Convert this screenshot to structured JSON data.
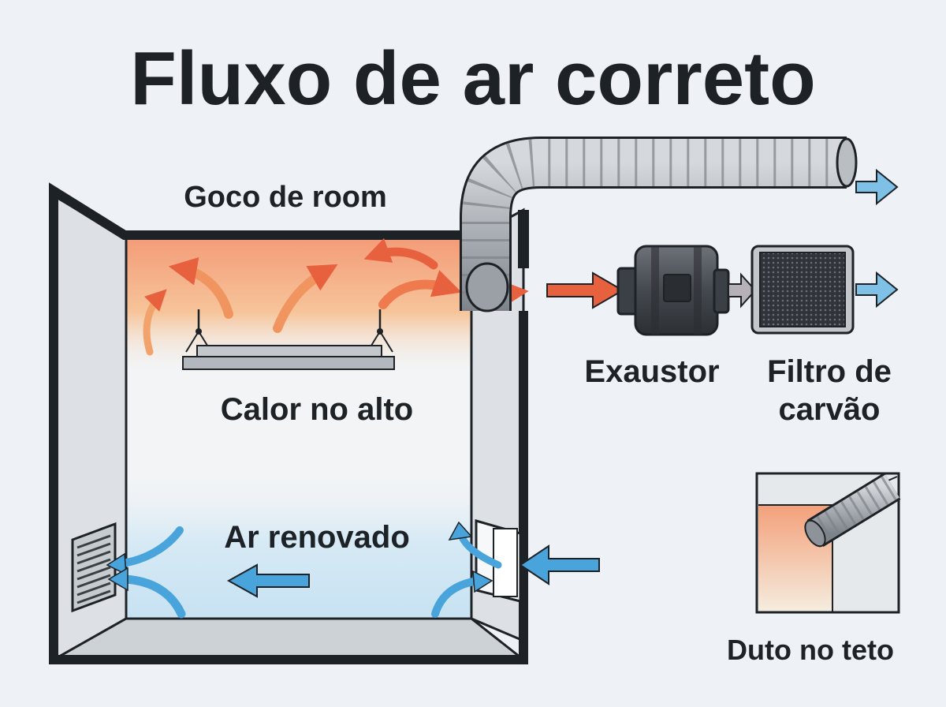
{
  "title": "Fluxo de ar correto",
  "labels": {
    "room": "Goco de room",
    "heat": "Calor no alto",
    "fresh_air": "Ar renovado",
    "fan": "Exaustor",
    "filter_line1": "Filtro de",
    "filter_line2": "carvão",
    "ceiling_duct": "Duto no teto"
  },
  "colors": {
    "outline": "#1d2227",
    "background": "#eef1f5",
    "warm_air": "#e8613f",
    "warm_glow": "#f5b48a",
    "cool_air": "#4aa4dc",
    "fresh_glow": "#cfe6f3",
    "duct_metal": "#a9aeb4",
    "fan_body": "#4a4f55",
    "filter_mesh": "#3b3f44"
  },
  "icons": {
    "fan": "inline-fan-icon",
    "filter": "carbon-filter-icon",
    "duct": "flexible-duct-icon",
    "intake_vent": "louver-vent-icon",
    "passive_intake": "passive-intake-icon",
    "lamp": "grow-light-icon"
  }
}
